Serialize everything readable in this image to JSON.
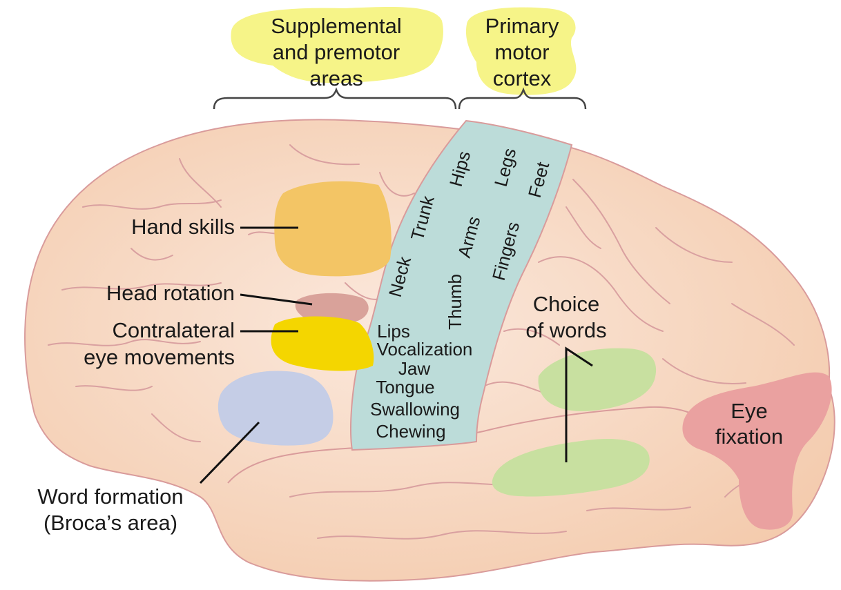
{
  "header": {
    "supplemental_lines": [
      "Supplemental",
      "and premotor",
      "areas"
    ],
    "primary_lines": [
      "Primary",
      "motor",
      "cortex"
    ]
  },
  "areas": {
    "hand_skills": "Hand skills",
    "head_rotation": "Head rotation",
    "contralateral_lines": [
      "Contralateral",
      "eye movements"
    ],
    "word_formation_lines": [
      "Word formation",
      "(Broca’s area)"
    ],
    "choice_of_words_lines": [
      "Choice",
      "of words"
    ],
    "eye_fixation_lines": [
      "Eye",
      "fixation"
    ]
  },
  "motor_strip": {
    "rotated": [
      "Hips",
      "Legs",
      "Feet",
      "Trunk",
      "Arms",
      "Fingers",
      "Neck",
      "Thumb"
    ],
    "stacked": [
      "Lips",
      "Vocalization",
      "Jaw",
      "Tongue",
      "Swallowing",
      "Chewing"
    ]
  },
  "colors": {
    "brain": "#f6d3b9",
    "brain_outline": "#d99b9b",
    "motor_strip": "#bcdcd9",
    "hand_skills": "#f3c565",
    "head_rotation": "#d9a29a",
    "eye_movements": "#f4d600",
    "broca": "#c5cde6",
    "choice_of_words": "#c8e0a0",
    "eye_fixation": "#eaa1a0",
    "highlight": "#f6f488"
  }
}
